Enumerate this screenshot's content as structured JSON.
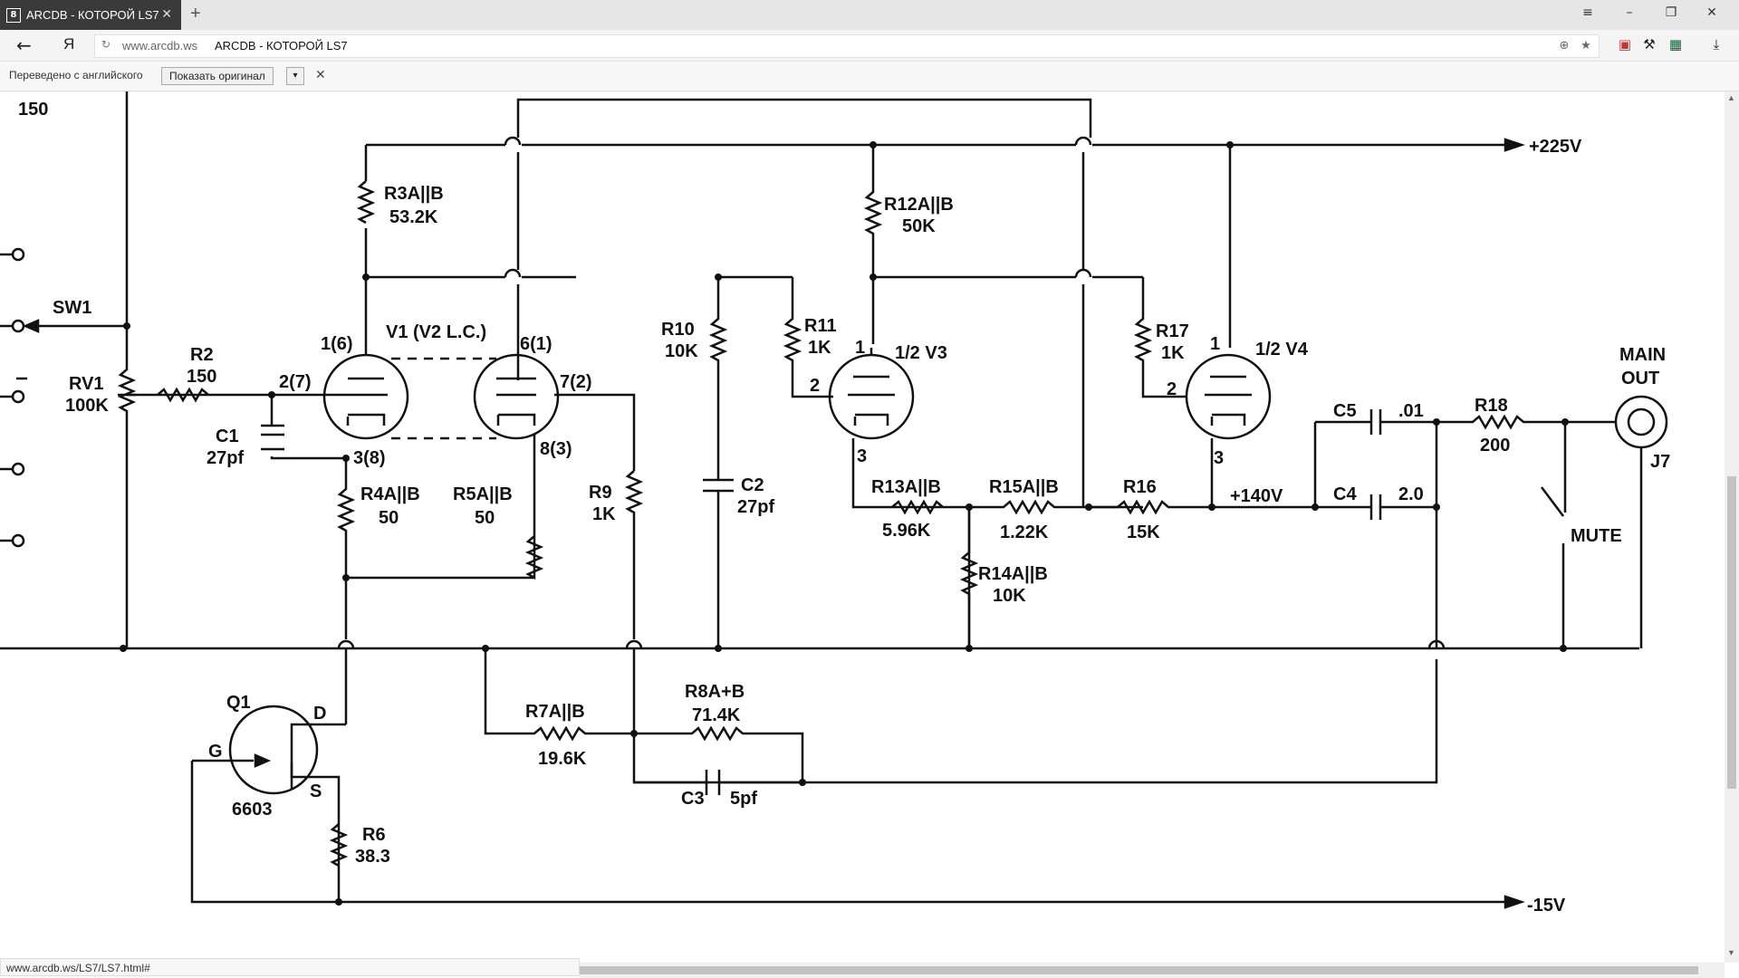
{
  "browser": {
    "tab_title": "ARCDB - КОТОРОЙ LS7",
    "tab_favicon": "8",
    "url_domain": "www.arcdb.ws",
    "url_title": "ARCDB - КОТОРОЙ LS7",
    "yandex_logo": "Я",
    "status_url": "www.arcdb.ws/LS7/LS7.html#"
  },
  "translation_bar": {
    "text": "Переведено с английского",
    "show_original_label": "Показать оригинал"
  },
  "icons": {
    "back": "back-arrow-icon",
    "reload": "reload-icon",
    "translate": "translate-icon",
    "bookmark": "star-icon",
    "menu": "hamburger-icon",
    "minimize": "minimize-icon",
    "restore": "restore-icon",
    "close": "close-icon",
    "download": "download-icon"
  },
  "schematic": {
    "labels": {
      "top_value": "150",
      "sw1": "SW1",
      "rv1": "RV1",
      "rv1_val": "100K",
      "r2": "R2",
      "r2_val": "150",
      "c1": "C1",
      "c1_val": "27pf",
      "pin_2_7": "2(7)",
      "pin_1_6": "1(6)",
      "pin_3_8": "3(8)",
      "v1": "V1 (V2 L.C.)",
      "pin_6_1": "6(1)",
      "pin_7_2": "7(2)",
      "pin_8_3": "8(3)",
      "r3": "R3A||B",
      "r3_val": "53.2K",
      "r4": "R4A||B",
      "r4_val": "50",
      "r5": "R5A||B",
      "r5_val": "50",
      "r9": "R9",
      "r9_val": "1K",
      "r10": "R10",
      "r10_val": "10K",
      "c2": "C2",
      "c2_val": "27pf",
      "r11": "R11",
      "r11_val": "1K",
      "r12": "R12A||B",
      "r12_val": "50K",
      "v3_pin1": "1",
      "v3": "1/2 V3",
      "v3_pin2": "2",
      "v3_pin3": "3",
      "r13": "R13A||B",
      "r13_val": "5.96K",
      "r15": "R15A||B",
      "r15_val": "1.22K",
      "r14": "R14A||B",
      "r14_val": "10K",
      "r16": "R16",
      "r16_val": "15K",
      "r17": "R17",
      "r17_val": "1K",
      "v4_pin1": "1",
      "v4": "1/2 V4",
      "v4_pin2": "2",
      "v4_pin3": "3",
      "plus140": "+140V",
      "plus225": "+225V",
      "c5": "C5",
      "c5_val": ".01",
      "c4": "C4",
      "c4_val": "2.0",
      "r18": "R18",
      "r18_val": "200",
      "main": "MAIN",
      "out": "OUT",
      "j7": "J7",
      "mute": "MUTE",
      "q1": "Q1",
      "q1_d": "D",
      "q1_g": "G",
      "q1_s": "S",
      "q1_part": "6603",
      "r6": "R6",
      "r6_val": "38.3",
      "r7": "R7A||B",
      "r7_val": "19.6K",
      "r8": "R8A+B",
      "r8_val": "71.4K",
      "c3": "C3",
      "c3_val": "5pf",
      "minus15": "-15V"
    }
  }
}
